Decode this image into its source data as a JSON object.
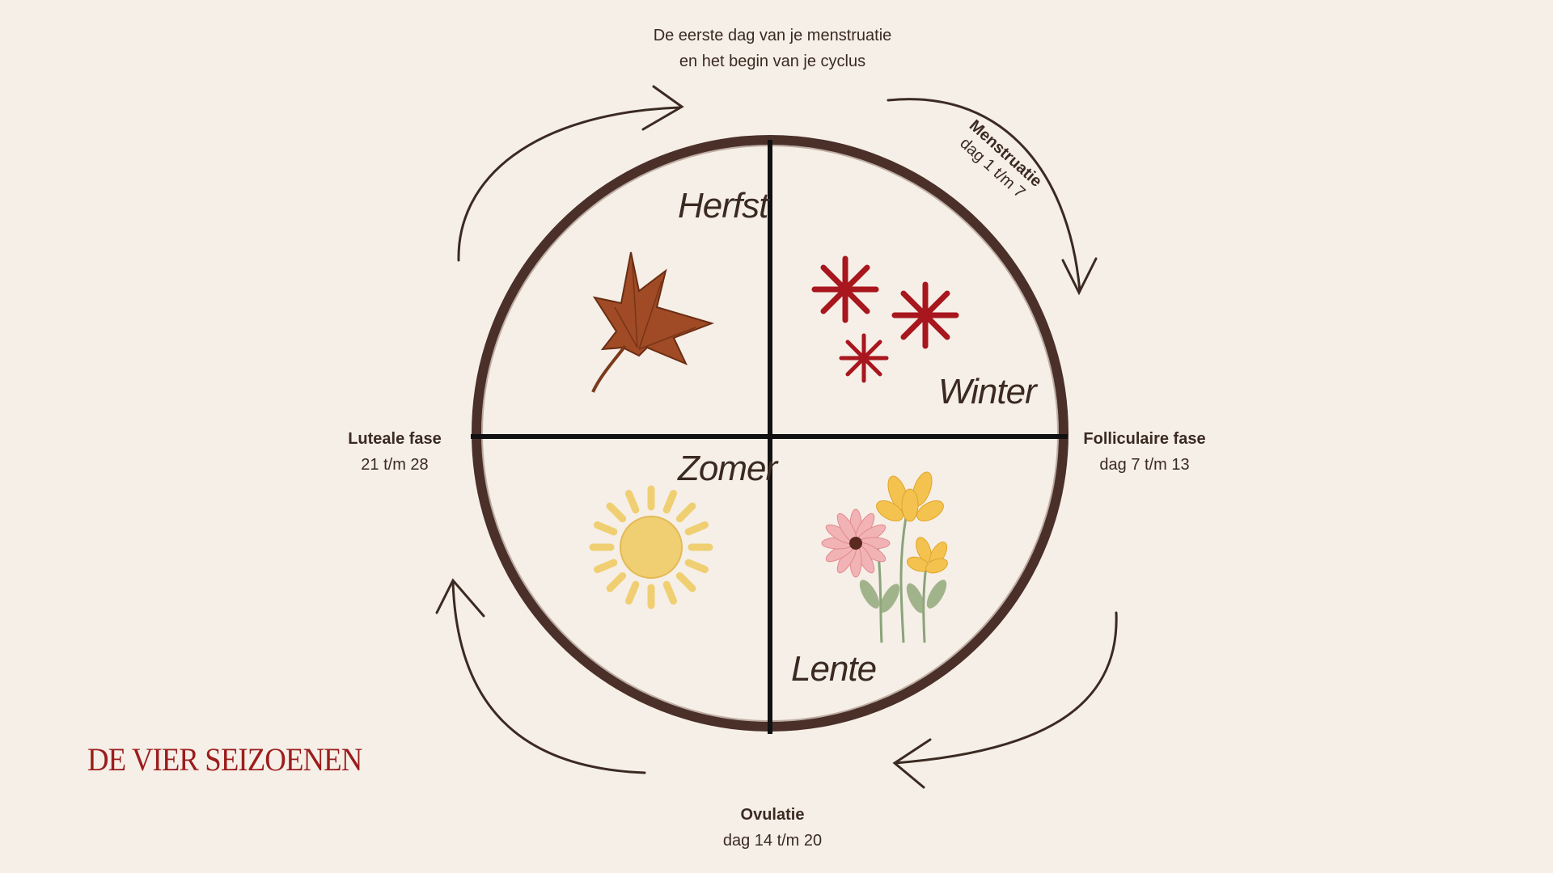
{
  "top_note": {
    "line1": "De eerste dag van je menstruatie",
    "line2": "en het begin van je cyclus"
  },
  "phases": {
    "menstruatie": {
      "name": "Menstruatie",
      "days": "dag 1 t/m 7"
    },
    "folliculair": {
      "name": "Folliculaire fase",
      "days": "dag 7 t/m 13"
    },
    "ovulatie": {
      "name": "Ovulatie",
      "days": "dag 14 t/m 20"
    },
    "luteaal": {
      "name": "Luteale fase",
      "days": "21 t/m 28"
    }
  },
  "seasons": {
    "herfst": "Herfst",
    "winter": "Winter",
    "zomer": "Zomer",
    "lente": "Lente"
  },
  "title": "DE VIER SEIZOENEN",
  "colors": {
    "background": "#f5efe7",
    "ring": "#4a3029",
    "accent_red": "#9b1d1d",
    "snow": "#a8161e",
    "sun": "#f0cf72",
    "leaf": "#9c4a26"
  }
}
